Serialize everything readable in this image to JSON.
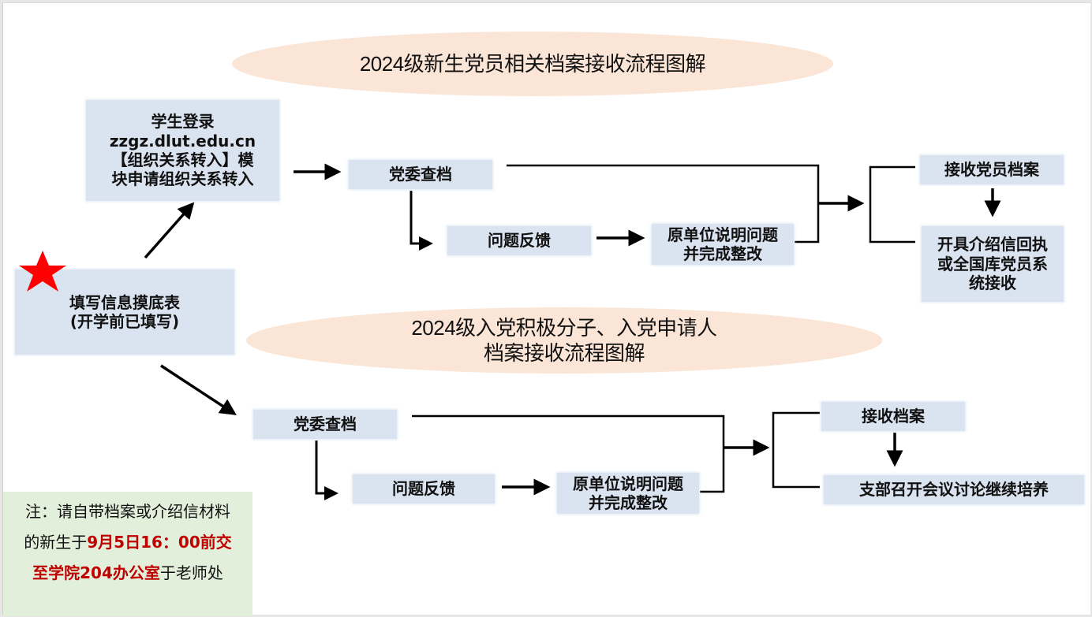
{
  "diagram": {
    "section1": {
      "title": "2024级新生党员相关档案接收流程图解",
      "start_box": {
        "line1": "学生登录",
        "line2": "zzgz.dlut.edu.cn",
        "line3": "【组织关系转入】模",
        "line4": "块申请组织关系转入"
      },
      "check": "党委查档",
      "feedback": "问题反馈",
      "rectify": {
        "line1": "原单位说明问题",
        "line2": "并完成整改"
      },
      "receive": "接收党员档案",
      "final": {
        "line1": "开具介绍信回执",
        "line2": "或全国库党员系",
        "line3": "统接收"
      }
    },
    "origin_box": {
      "line1": "填写信息摸底表",
      "line2": "(开学前已填写)",
      "marker_icon": "star-icon",
      "marker_color": "#ff0000"
    },
    "section2": {
      "title_line1": "2024级入党积极分子、入党申请人",
      "title_line2": "档案接收流程图解",
      "check": "党委查档",
      "feedback": "问题反馈",
      "rectify": {
        "line1": "原单位说明问题",
        "line2": "并完成整改"
      },
      "receive": "接收档案",
      "final": "支部召开会议讨论继续培养"
    },
    "note": {
      "line1": "注：请自带档案或介绍信材料",
      "line2_prefix": "的新生于",
      "line2_highlight": "9月5日16：00前交",
      "line3_highlight": "至学院204办公室",
      "line3_suffix": "于老师处",
      "highlight_color": "#c00000"
    },
    "colors": {
      "box_fill": "#dae3f0",
      "title_fill": "#fbe5d6",
      "note_fill": "#e2efda"
    }
  }
}
